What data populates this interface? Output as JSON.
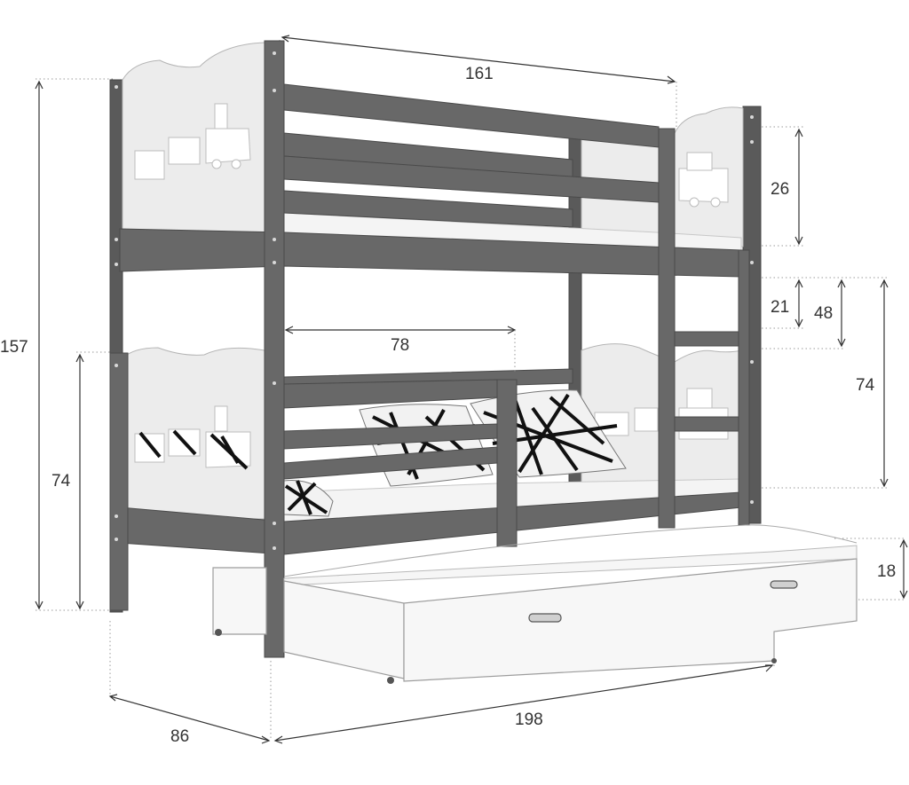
{
  "dimensions": {
    "total_length": "161",
    "total_height": "157",
    "headboard_top": "26",
    "rail_gap": "21",
    "upper_clearance": "48",
    "lower_bed_height_right": "74",
    "lower_bed_height_left": "74",
    "guard_rail_length": "78",
    "drawer_height": "18",
    "drawer_length": "198",
    "depth": "86"
  },
  "colors": {
    "frame": "#686868",
    "panels": "#ececec",
    "drawer": "#f7f7f7",
    "dimension_lines": "#333333"
  }
}
